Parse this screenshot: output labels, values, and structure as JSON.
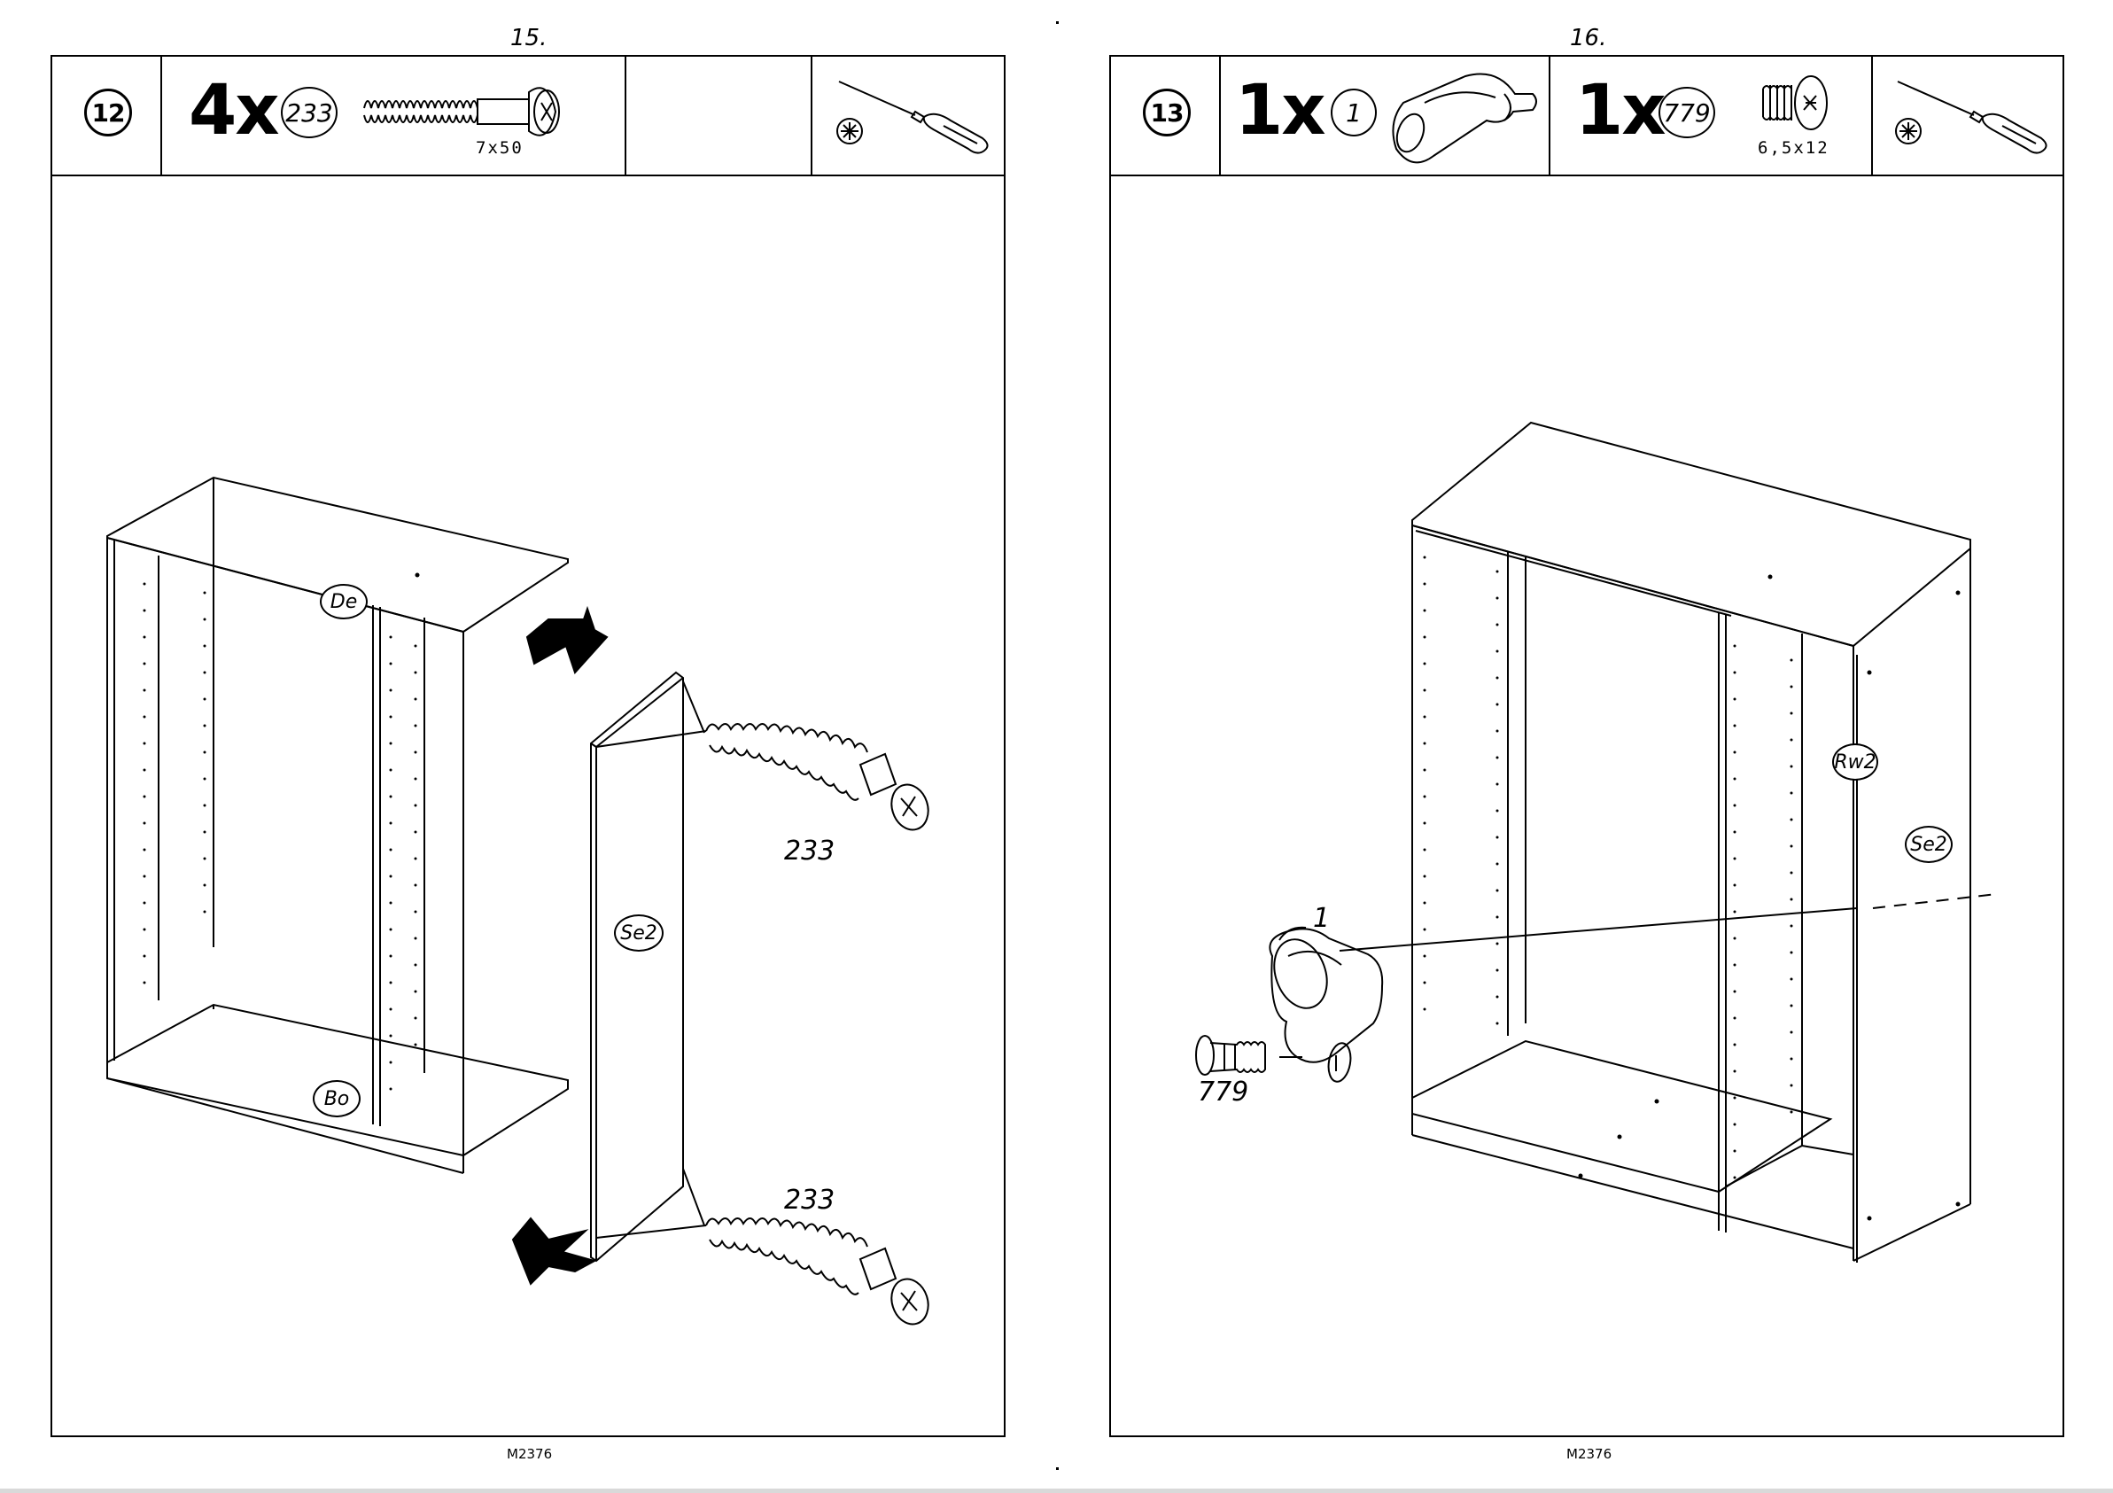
{
  "pages": [
    {
      "page_number": "15.",
      "step": "12",
      "parts": [
        {
          "qty": "4x",
          "part_id": "233",
          "dim": "7x50",
          "icon": "dowel-screw-icon"
        }
      ],
      "tool_icon": "phillips-screwdriver-icon",
      "labels": {
        "top_panel": "De",
        "bottom_panel": "Bo",
        "side_panel": "Se2",
        "screw_top": "233",
        "screw_bottom": "233"
      },
      "footer": "M2376"
    },
    {
      "page_number": "16.",
      "step": "13",
      "parts": [
        {
          "qty": "1x",
          "part_id": "1",
          "dim": "",
          "icon": "door-stop-bracket-icon"
        },
        {
          "qty": "1x",
          "part_id": "779",
          "dim": "6,5x12",
          "icon": "short-screw-icon"
        }
      ],
      "tool_icon": "phillips-screwdriver-icon",
      "labels": {
        "rear_panel": "Rw2",
        "side_panel": "Se2",
        "bracket": "1",
        "screw": "779"
      },
      "footer": "M2376"
    }
  ]
}
